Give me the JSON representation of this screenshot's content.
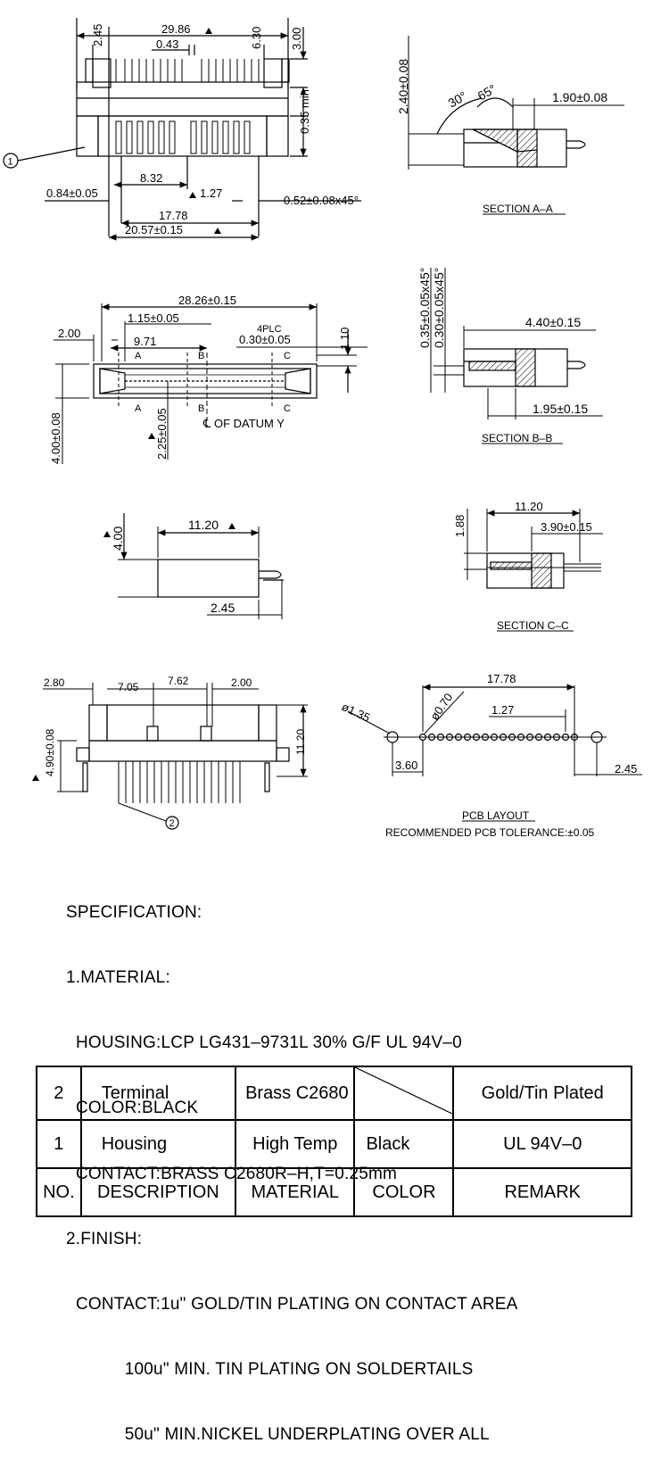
{
  "top_view": {
    "dim_total": "29.86",
    "dim_245": "2.45",
    "dim_043": "0.43",
    "dim_630": "6.30",
    "dim_300": "3.00",
    "dim_035": "0.35 min",
    "dim_832": "8.32",
    "dim_084": "0.84±0.05",
    "dim_127": "1.27",
    "dim_052": "0.52±0.08x45°",
    "dim_1778": "17.78",
    "dim_2057": "20.57±0.15",
    "callout_1": "1"
  },
  "section_aa": {
    "dim_240": "2.40±0.08",
    "angle_30": "30°",
    "angle_65": "65°",
    "dim_190": "1.90±0.08",
    "label": "SECTION A–A"
  },
  "front_view": {
    "dim_2826": "28.26±0.15",
    "dim_115": "1.15±0.05",
    "dim_200": "2.00",
    "dim_971": "9.71",
    "dim_4plc": "4PLC",
    "dim_030": "0.30±0.05",
    "dim_110": "1.10",
    "dim_400": "4.00±0.08",
    "dim_225": "2.25±0.05",
    "datum": "℄ OF DATUM Y",
    "letter_a": "A",
    "letter_b": "B",
    "letter_c": "C"
  },
  "section_bb": {
    "dim_035c": "0.35±0.05x45°",
    "dim_030c": "0.30±0.05x45°",
    "dim_440": "4.40±0.15",
    "dim_195": "1.95±0.15",
    "label": "SECTION B–B"
  },
  "side_view": {
    "dim_400": "4.00",
    "dim_1120": "11.20",
    "dim_245": "2.45"
  },
  "section_cc": {
    "dim_188": "1.88",
    "dim_1120": "11.20",
    "dim_390": "3.90±0.15",
    "label": "SECTION C–C"
  },
  "bottom_view": {
    "dim_280": "2.80",
    "dim_705": "7.05",
    "dim_762": "7.62",
    "dim_200": "2.00",
    "dim_1120": "11.20",
    "dim_490": "4.90±0.08",
    "callout_2": "2"
  },
  "pcb_layout": {
    "dim_1778": "17.78",
    "dim_135": "ø1.35",
    "dim_070": "ø0.70",
    "dim_127": "1.27",
    "dim_360": "3.60",
    "dim_245": "2.45",
    "label": "PCB LAYOUT",
    "tolerance": "RECOMMENDED PCB TOLERANCE:±0.05"
  },
  "specification": {
    "lines": [
      "SPECIFICATION:",
      "1.MATERIAL:",
      "  HOUSING:LCP LG431–9731L 30% G/F UL 94V–0",
      "  COLOR:BLACK",
      "  CONTACT:BRASS C2680R–H,T=0.25mm",
      "2.FINISH:",
      "  CONTACT:1u\" GOLD/TIN PLATING ON CONTACT AREA",
      "            100u\" MIN. TIN PLATING ON SOLDERTAILS",
      "            50u\" MIN.NICKEL UNDERPLATING OVER ALL"
    ]
  },
  "bom_table": {
    "rows": [
      {
        "no": "2",
        "description": "Terminal",
        "material": "Brass C2680",
        "color": "",
        "remark": "Gold/Tin Plated"
      },
      {
        "no": "1",
        "description": "Housing",
        "material": "High Temp",
        "color": "Black",
        "remark": "UL 94V–0"
      },
      {
        "no": "NO.",
        "description": "DESCRIPTION",
        "material": "MATERIAL",
        "color": "COLOR",
        "remark": "REMARK"
      }
    ]
  }
}
